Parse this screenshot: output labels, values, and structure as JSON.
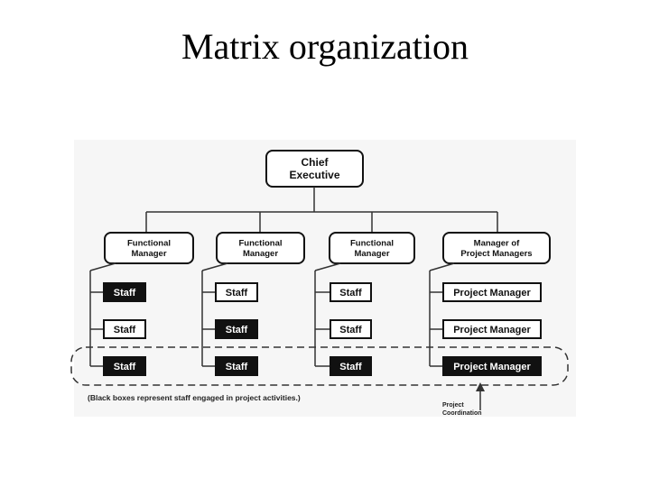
{
  "title": "Matrix organization",
  "chart": {
    "ceo": [
      "Chief",
      "Executive"
    ],
    "managers": [
      [
        "Functional",
        "Manager"
      ],
      [
        "Functional",
        "Manager"
      ],
      [
        "Functional",
        "Manager"
      ],
      [
        "Manager of",
        "Project Managers"
      ]
    ],
    "columns": [
      [
        {
          "label": "Staff",
          "dark": true
        },
        {
          "label": "Staff",
          "dark": false
        },
        {
          "label": "Staff",
          "dark": true
        }
      ],
      [
        {
          "label": "Staff",
          "dark": false
        },
        {
          "label": "Staff",
          "dark": true
        },
        {
          "label": "Staff",
          "dark": true
        }
      ],
      [
        {
          "label": "Staff",
          "dark": false
        },
        {
          "label": "Staff",
          "dark": false
        },
        {
          "label": "Staff",
          "dark": true
        }
      ],
      [
        {
          "label": "Project Manager",
          "dark": false
        },
        {
          "label": "Project Manager",
          "dark": false
        },
        {
          "label": "Project Manager",
          "dark": true
        }
      ]
    ],
    "note": "(Black boxes represent staff engaged in project activities.)",
    "coordination": [
      "Project",
      "Coordination"
    ]
  }
}
